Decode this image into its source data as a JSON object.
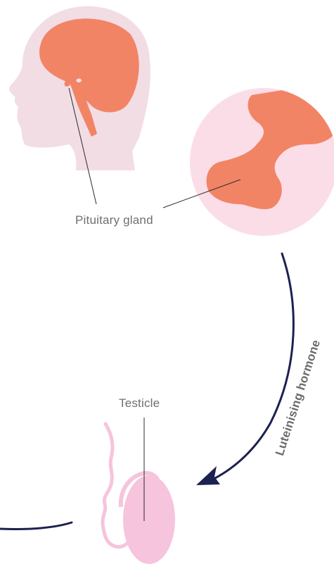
{
  "labels": {
    "pituitary": "Pituitary gland",
    "testicle": "Testicle",
    "hormone": "Luteinising hormone"
  },
  "colors": {
    "head_fill": "#f2dde5",
    "brain_fill": "#f28466",
    "zoom_circle_fill": "#fbdde8",
    "testicle_fill": "#f6c4dc",
    "arrow_stroke": "#1b2150",
    "leader_line": "#2b2b2b"
  }
}
